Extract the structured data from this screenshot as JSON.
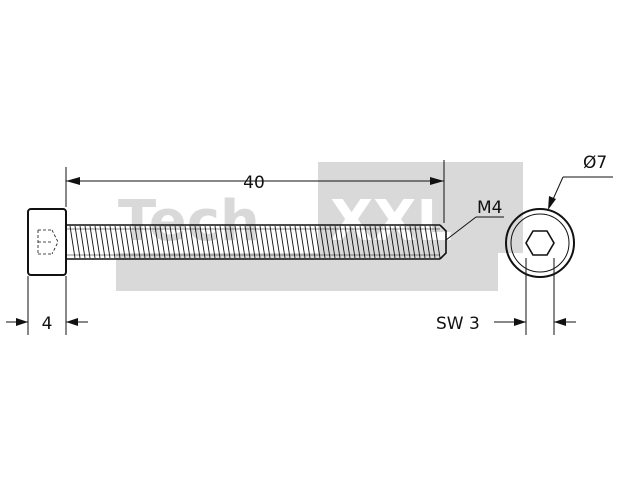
{
  "drawing": {
    "watermark": {
      "left": "Tech",
      "right": "XXL"
    },
    "dimensions": {
      "length": "40",
      "thread": "M4",
      "head_height": "4",
      "head_diameter": "Ø7",
      "socket_size": "SW 3"
    }
  },
  "colors": {
    "ink": "#111111",
    "watermark_gray": "#d9d9d9",
    "background": "#ffffff"
  }
}
